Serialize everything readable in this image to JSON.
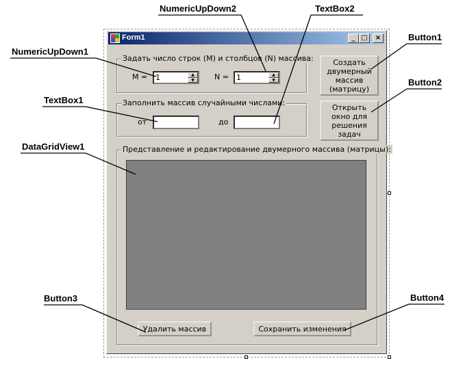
{
  "window": {
    "title": "Form1",
    "minimize_glyph": "_",
    "maximize_glyph": "□",
    "close_glyph": "×"
  },
  "group_size": {
    "legend": "Задать число строк (M) и столбцов (N) массива:",
    "m_label": "M =",
    "m_value": "1",
    "n_label": "N =",
    "n_value": "1"
  },
  "group_random": {
    "legend": "Заполнить массив случайными числами:",
    "from_label": "от",
    "from_value": "",
    "to_label": "до",
    "to_value": ""
  },
  "group_grid": {
    "legend": "Представление и редактирование двумерного массива (матрицы):"
  },
  "buttons": {
    "create": "Создать\nдвумерный\nмассив\n(матрицу)",
    "open_tasks": "Открыть\nокно для\nрешения\nзадач",
    "delete": "Удалить массив",
    "save": "Сохранить изменения"
  },
  "callouts": {
    "numeric_up_down_1": "NumericUpDown1",
    "numeric_up_down_2": "NumericUpDown2",
    "textbox_1": "TextBox1",
    "textbox_2": "TextBox2",
    "button_1": "Button1",
    "button_2": "Button2",
    "datagridview_1": "DataGridView1",
    "button_3": "Button3",
    "button_4": "Button4"
  },
  "colors": {
    "form_background": "#d4d0c8",
    "titlebar_start": "#0a246a",
    "titlebar_end": "#a6caf0",
    "grid_background": "#808080"
  }
}
